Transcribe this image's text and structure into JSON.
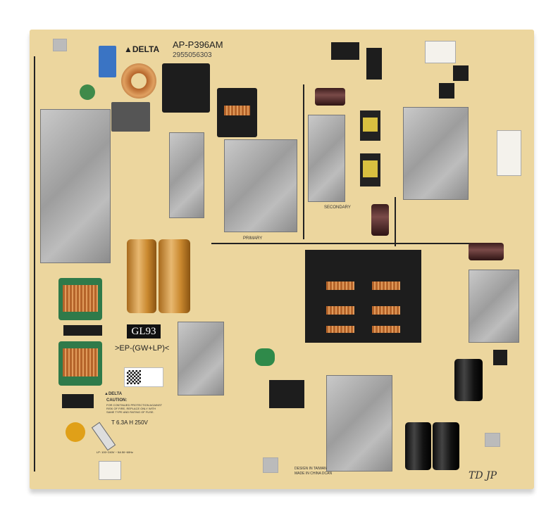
{
  "board": {
    "brand": "DELTA",
    "model": "AP-P396AM",
    "part_number": "2955056303",
    "label_code": "GL93",
    "material_mark": ">EP-(GW+LP)<",
    "fuse_rating": "T 6.3A H 250V",
    "caution_title": "CAUTION:",
    "caution_text": "FOR CONTINUED PROTECTION AGAINST RISK OF FIRE, REPLACE ONLY WITH SAME TYPE AND RATING OF FUSE.",
    "input_rating": "LP: 100~240V ~ 5A 50~60Hz",
    "design_origin": "DESIGN IN TAIWAN",
    "made_in": "MADE IN CHINA DCAN",
    "secondary_label": "SECONDARY",
    "primary_label": "PRIMARY",
    "handwritten": "TD JP"
  },
  "colors": {
    "pcb": "#ecd69e",
    "heatsink": "#b0b0b0",
    "copper": "#c87a3a",
    "capacitor_gold": "#d8a050"
  }
}
